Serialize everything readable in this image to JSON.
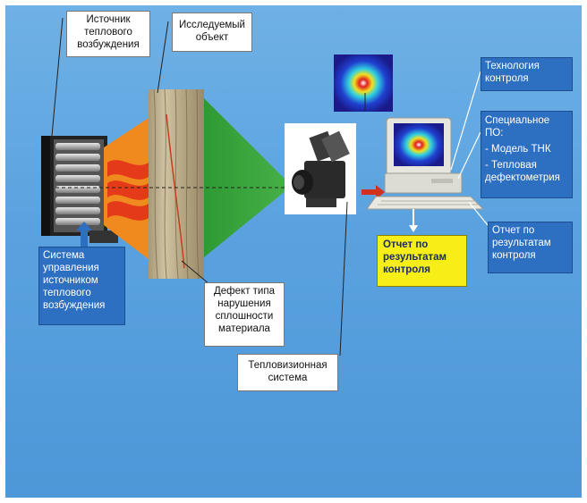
{
  "labels": {
    "heat_source": "Источник\nтеплового\nвозбуждения",
    "object": "Исследуемый\nобъект",
    "control_system": "Система\nуправления\nисточником\nтеплового\nвозбуждения",
    "defect": "Дефект типа\nнарушения\nсплошности\nматериала",
    "thermal_system": "Тепловизионная\nсистема",
    "technology": "Технология\nконтроля",
    "software_title": "Специальное\nПО:",
    "software_item1": "- Модель ТНК",
    "software_item2": "- Тепловая\nдефектометрия",
    "report_blue": "Отчет по\nрезультатам\nконтроля",
    "report_yellow": "Отчет по\nрезультатам\nконтроля"
  },
  "colors": {
    "background": "#5aa2df",
    "label_blue": "#2d6fc0",
    "label_yellow": "#f6ee16",
    "heat_orange": "#f08a1e",
    "heat_red": "#e53a1a",
    "camera_field": "#3aa23a"
  }
}
